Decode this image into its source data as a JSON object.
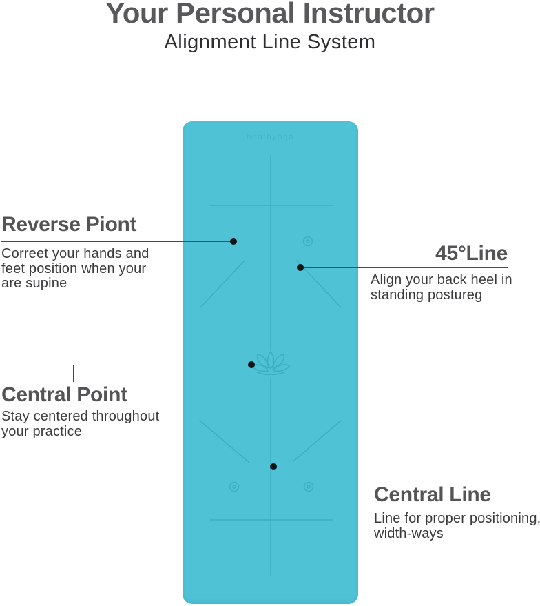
{
  "header": {
    "title": "Your Personal Instructor",
    "subtitle": "Alignment Line System"
  },
  "mat": {
    "brand_logo": "heathyoga"
  },
  "callouts": {
    "reverse_point": {
      "title": "Reverse Piont",
      "lines": [
        "Correet your hands and",
        "feet position when your",
        "are supine"
      ]
    },
    "line_45": {
      "title": "45°Line",
      "lines": [
        "Align your back heel in",
        "standing postureg"
      ]
    },
    "central_point": {
      "title": "Central Point",
      "lines": [
        "Stay centered throughout",
        "your practice"
      ]
    },
    "central_line": {
      "title": "Central Line",
      "lines": [
        "Line for proper positioning,",
        "width-ways"
      ]
    }
  },
  "colors": {
    "mat": "#4FC2D5",
    "mat-line": "#35A9BD",
    "mat-logo": "#3BAEC2",
    "title": "#58595B",
    "subtitle": "#2E2E30",
    "heading": "#545456",
    "body": "#3B3B3D",
    "callout-line": "#4A4A4A",
    "dot": "#141414",
    "background": "#FFFFFF"
  }
}
